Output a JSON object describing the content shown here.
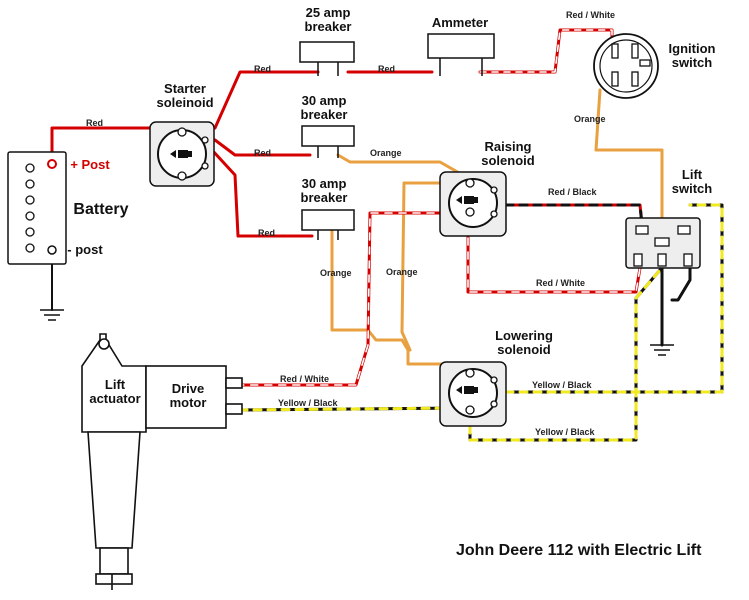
{
  "components": {
    "breaker_25": "25 amp\nbreaker",
    "ammeter": "Ammeter",
    "ignition_switch": "Ignition\nswitch",
    "starter_solenoid": "Starter\nsoleinoid",
    "breaker_30a": "30 amp\nbreaker",
    "breaker_30b": "30 amp\nbreaker",
    "raising_solenoid": "Raising\nsolenoid",
    "lift_switch": "Lift\nswitch",
    "battery": "Battery",
    "pos_post": "+ Post",
    "neg_post": "- post",
    "lowering_solenoid": "Lowering\nsolenoid",
    "lift_actuator": "Lift\nactuator",
    "drive_motor": "Drive\nmotor"
  },
  "wires": {
    "red_batt": "Red",
    "red_to_25": "Red",
    "red_25_amm": "Red",
    "red_white_ign": "Red / White",
    "red_to_30a": "Red",
    "orange_30a": "Orange",
    "red_to_30b": "Red",
    "orange_ign": "Orange",
    "red_black": "Red / Black",
    "red_white_lift": "Red / White",
    "orange_30b": "Orange",
    "orange_mid": "Orange",
    "red_white_motor": "Red / White",
    "yellow_black_motor": "Yellow / Black",
    "yellow_black_low1": "Yellow / Black",
    "yellow_black_low2": "Yellow / Black"
  },
  "title": "John Deere 112 with Electric Lift",
  "colors": {
    "red": "#d40000",
    "orange": "#e8a040",
    "yellow": "#f2ea20",
    "black": "#111111"
  }
}
